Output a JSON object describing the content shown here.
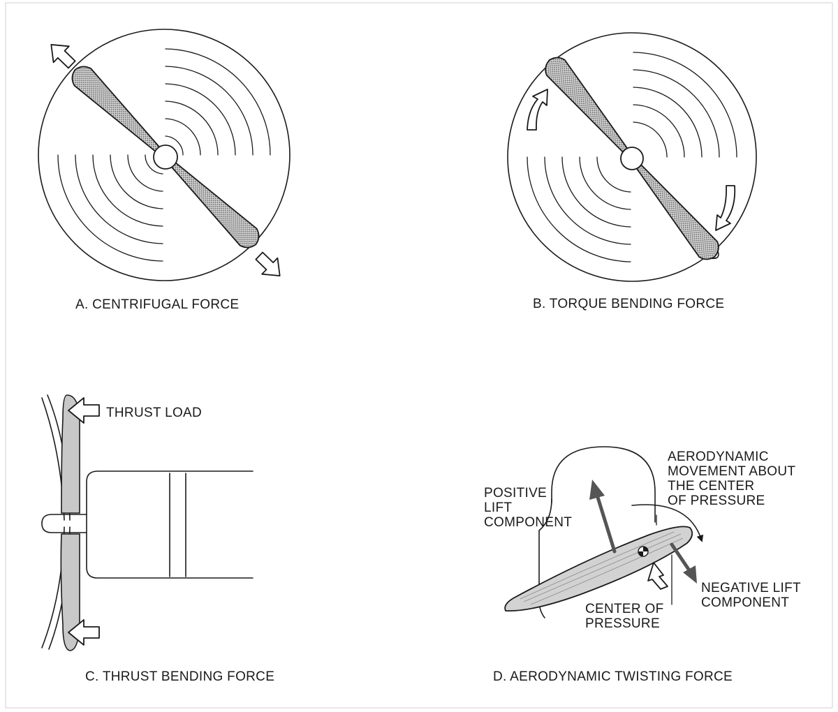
{
  "panels": {
    "a": {
      "caption": "A. CENTRIFUGAL FORCE"
    },
    "b": {
      "caption": "B. TORQUE BENDING FORCE"
    },
    "c": {
      "caption": "C. THRUST BENDING FORCE",
      "thrust_label": "THRUST LOAD"
    },
    "d": {
      "caption": "D. AERODYNAMIC TWISTING FORCE",
      "movement_label": [
        "AERODYNAMIC",
        "MOVEMENT ABOUT",
        "THE CENTER",
        "OF PRESSURE"
      ],
      "positive_label": [
        "POSITIVE",
        "LIFT",
        "COMPONENT"
      ],
      "negative_label": [
        "NEGATIVE LIFT",
        "COMPONENT"
      ],
      "center_label": [
        "CENTER OF",
        "PRESSURE"
      ]
    }
  }
}
